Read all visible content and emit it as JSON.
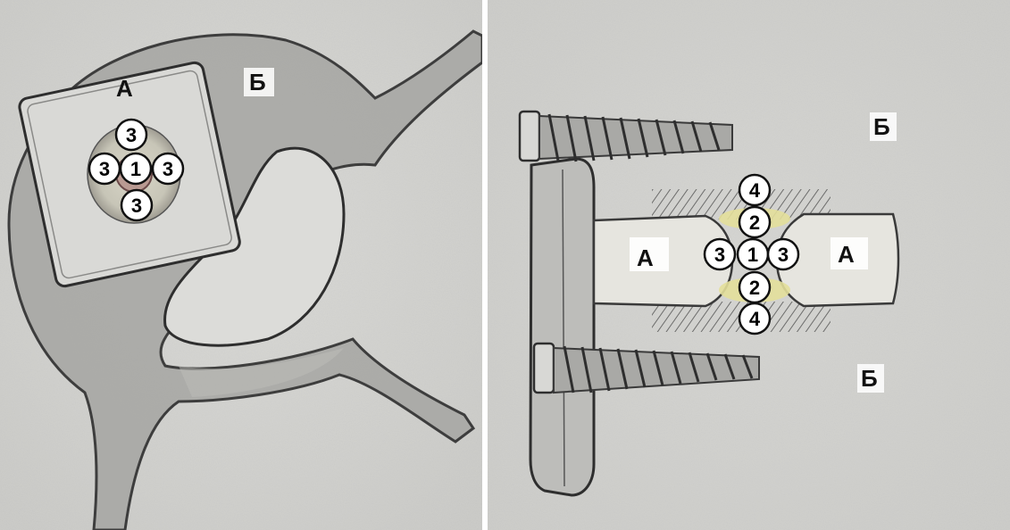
{
  "left_panel": {
    "label_a": "А",
    "label_b": "Б",
    "markers": [
      "3",
      "3",
      "1",
      "3",
      "3"
    ]
  },
  "right_panel": {
    "label_a_left": "А",
    "label_a_right": "А",
    "label_b_top": "Б",
    "label_b_bottom": "Б",
    "markers": [
      "4",
      "2",
      "3",
      "1",
      "3",
      "2",
      "4"
    ]
  },
  "colors": {
    "paper": "#d6d6d3",
    "pencil": "#3a3a3a",
    "graft_yellow": "#e3df9a",
    "cortical_cream": "#ecebe6"
  }
}
